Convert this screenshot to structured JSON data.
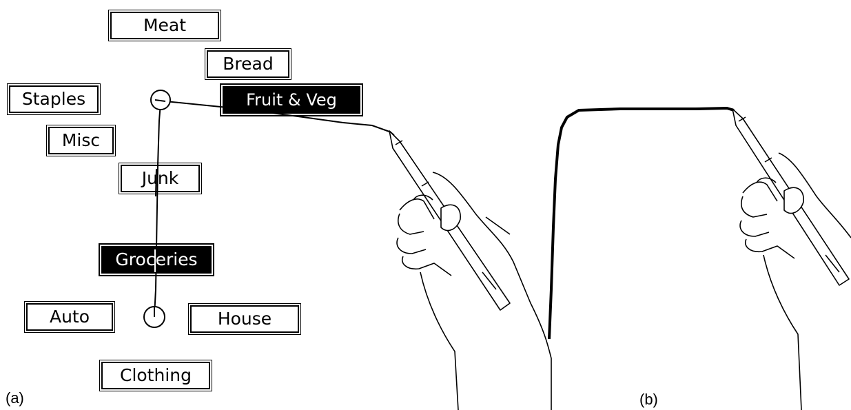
{
  "panel_a": {
    "label": "(a)",
    "center_node_icon": "circle-node-icon",
    "root_node_icon": "circle-node-icon",
    "upper_menu": {
      "items": [
        {
          "label": "Meat",
          "selected": false
        },
        {
          "label": "Bread",
          "selected": false
        },
        {
          "label": "Fruit & Veg",
          "selected": true
        },
        {
          "label": "Staples",
          "selected": false
        },
        {
          "label": "Misc",
          "selected": false
        },
        {
          "label": "Junk",
          "selected": false
        }
      ]
    },
    "lower_menu": {
      "items": [
        {
          "label": "Groceries",
          "selected": true
        },
        {
          "label": "Auto",
          "selected": false
        },
        {
          "label": "House",
          "selected": false
        },
        {
          "label": "Clothing",
          "selected": false
        }
      ]
    },
    "hand_icon": "hand-holding-pen-icon"
  },
  "panel_b": {
    "label": "(b)",
    "hand_icon": "hand-holding-pen-icon"
  },
  "colors": {
    "ink": "#000000",
    "background": "#ffffff",
    "selected_fill": "#000000",
    "selected_text": "#ffffff"
  }
}
